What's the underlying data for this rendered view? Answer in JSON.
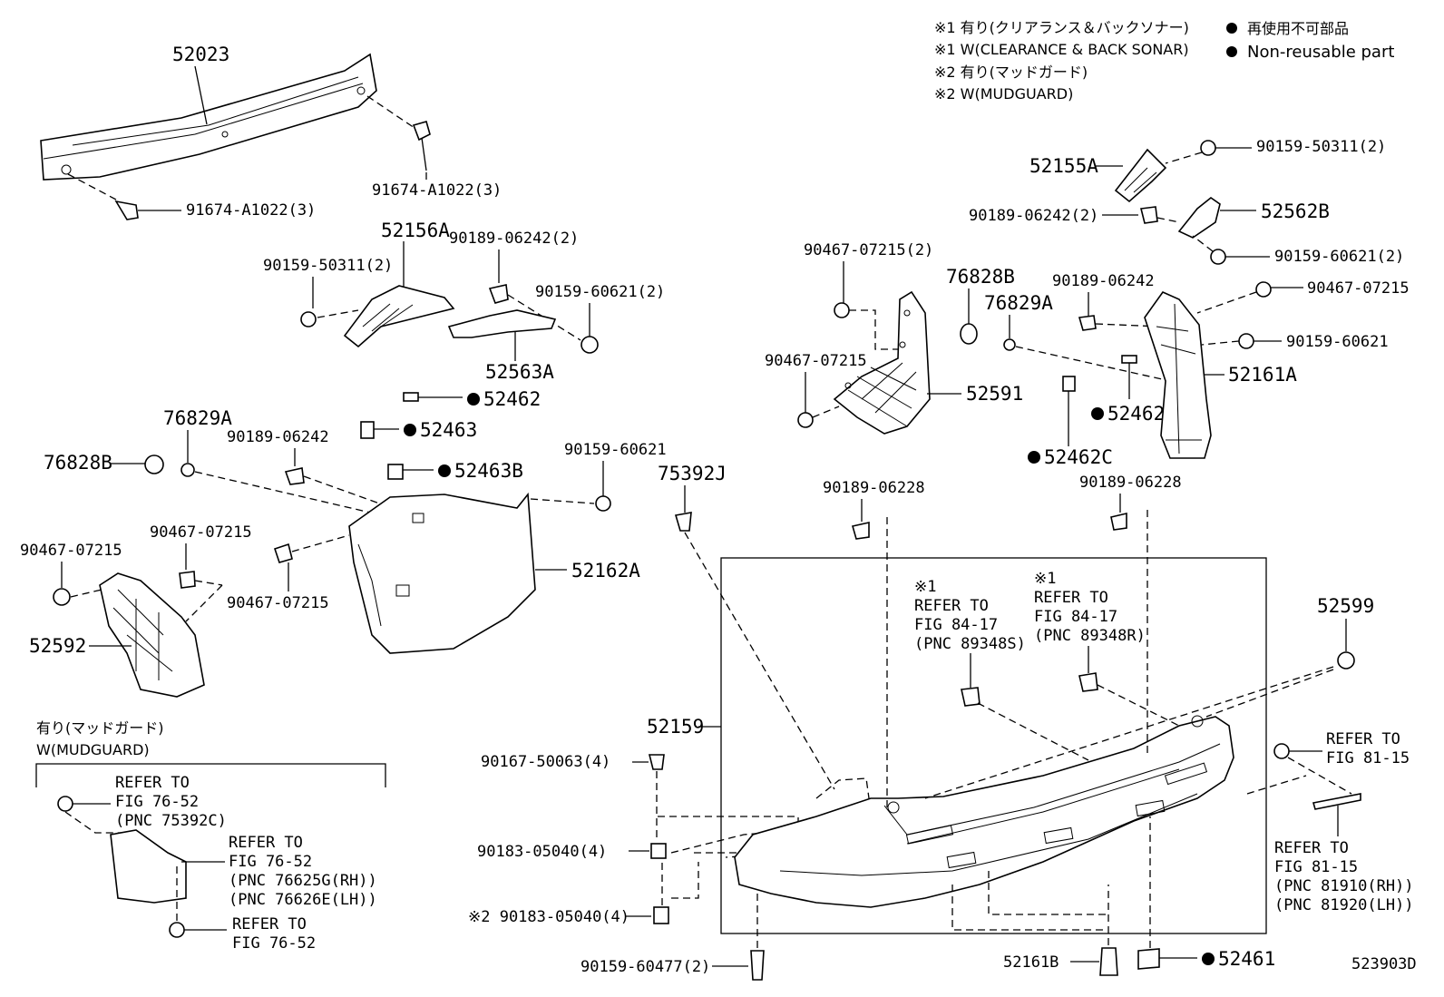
{
  "legend": {
    "note1_jp": "※1 有り(クリアランス＆バックソナー)",
    "note1_en": "※1 W(CLEARANCE & BACK SONAR)",
    "note2_jp": "※2 有り(マッドガード)",
    "note2_en": "※2 W(MUDGUARD)",
    "nonreuse_jp": "再使用不可部品",
    "nonreuse_en": "Non-reusable part"
  },
  "labels": {
    "p52023": "52023",
    "p91674_top": "91674-A1022(3)",
    "p91674_left": "91674-A1022(3)",
    "p52156A": "52156A",
    "p90189_a": "90189-06242(2)",
    "p90159_50311_left": "90159-50311(2)",
    "p90159_60621_mid": "90159-60621(2)",
    "p52563A": "52563A",
    "p52462_left": "52462",
    "p52463": "52463",
    "p52463B": "52463B",
    "p76829A_left": "76829A",
    "p90189_06242_left": "90189-06242",
    "p76828B_left": "76828B",
    "p90159_60621_left": "90159-60621",
    "p75392J": "75392J",
    "p90467_07215_a": "90467-07215",
    "p90467_07215_b": "90467-07215",
    "p90467_07215_c": "90467-07215",
    "p52162A": "52162A",
    "p52592": "52592",
    "p52155A": "52155A",
    "p90159_50311_right": "90159-50311(2)",
    "p90189_06242_right2": "90189-06242(2)",
    "p52562B": "52562B",
    "p90159_60621_right2": "90159-60621(2)",
    "p90467_07215_r2": "90467-07215(2)",
    "p76828B_right": "76828B",
    "p76829A_right": "76829A",
    "p90189_06242_right": "90189-06242",
    "p90467_07215_right": "90467-07215",
    "p90467_07215_rmid": "90467-07215",
    "p90159_60621_right": "90159-60621",
    "p52591": "52591",
    "p52161A": "52161A",
    "p52462_right": "52462",
    "p52462C": "52462C",
    "p90189_06228_a": "90189-06228",
    "p90189_06228_b": "90189-06228",
    "p52599": "52599",
    "ref1a": "※1",
    "ref1a_1": "REFER TO",
    "ref1a_2": "FIG 84-17",
    "ref1a_3": "(PNC 89348S)",
    "ref1b": "※1",
    "ref1b_1": "REFER TO",
    "ref1b_2": "FIG 84-17",
    "ref1b_3": "(PNC 89348R)",
    "p52159": "52159",
    "p90167": "90167-50063(4)",
    "p90183_a": "90183-05040(4)",
    "p90183_b": "※2 90183-05040(4)",
    "p90159_60477": "90159-60477(2)",
    "p52161B": "52161B",
    "p52461": "52461",
    "ref81_1a": "REFER TO",
    "ref81_1b": "FIG 81-15",
    "ref81_2a": "REFER TO",
    "ref81_2b": "FIG 81-15",
    "ref81_2c": "(PNC 81910(RH))",
    "ref81_2d": "(PNC 81920(LH))",
    "mud_jp": "有り(マッドガード)",
    "mud_en": "W(MUDGUARD)",
    "mud_ref1a": "REFER TO",
    "mud_ref1b": "FIG 76-52",
    "mud_ref1c": "(PNC 75392C)",
    "mud_ref2a": "REFER TO",
    "mud_ref2b": "FIG 76-52",
    "mud_ref2c": "(PNC 76625G(RH))",
    "mud_ref2d": "(PNC 76626E(LH))",
    "mud_ref3a": "REFER TO",
    "mud_ref3b": "FIG 76-52",
    "diagram_id": "523903D"
  }
}
